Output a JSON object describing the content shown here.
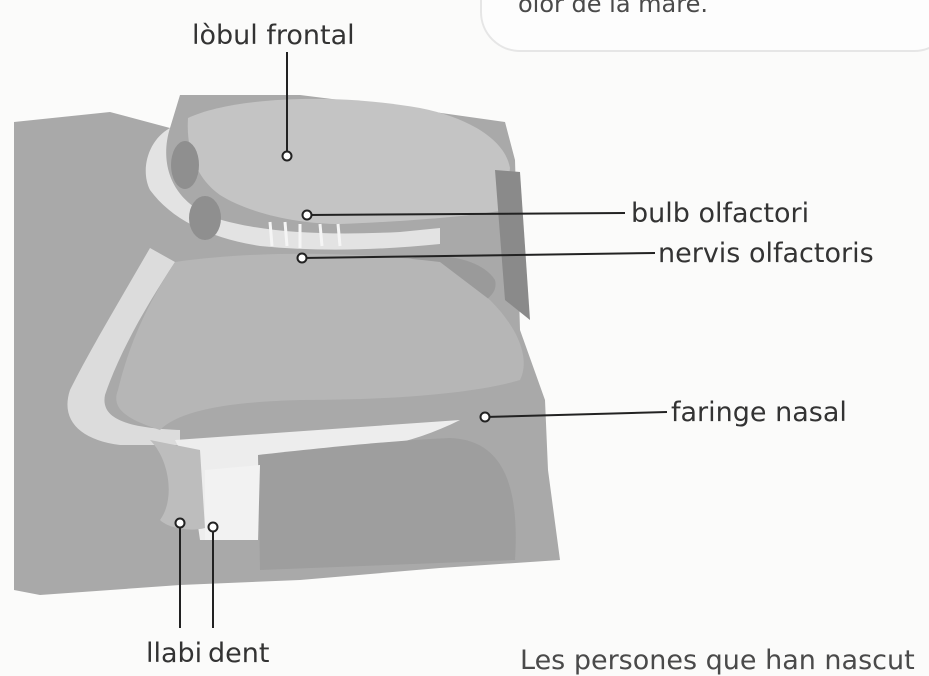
{
  "callout": {
    "text": "olor de la mare."
  },
  "labels": {
    "frontal_lobe": "lòbul frontal",
    "olfactory_bulb": "bulb olfactori",
    "olfactory_nerves": "nervis olfactoris",
    "nasopharynx": "faringe nasal",
    "lip": "llabi",
    "tooth": "dent"
  },
  "body_text": "Les persones que han nascut"
}
